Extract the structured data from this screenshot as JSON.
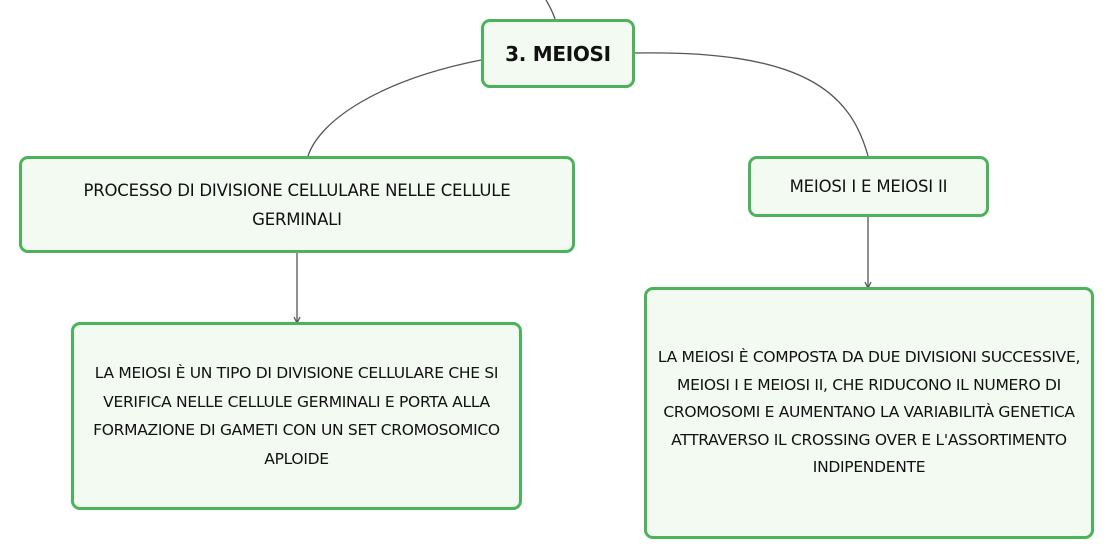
{
  "colors": {
    "node_border": "#4bb35a",
    "node_fill": "#f3faf2",
    "connector": "#555555",
    "text": "#111111"
  },
  "nodes": {
    "root": {
      "label": "3. MEIOSI"
    },
    "left": {
      "label": "PROCESSO DI DIVISIONE CELLULARE NELLE CELLULE GERMINALI"
    },
    "right": {
      "label": "MEIOSI I E MEIOSI II"
    },
    "left_child": {
      "label": "LA MEIOSI È UN TIPO DI DIVISIONE CELLULARE CHE SI VERIFICA NELLE CELLULE GERMINALI E PORTA ALLA FORMAZIONE DI GAMETI CON UN SET CROMOSOMICO APLOIDE"
    },
    "right_child": {
      "label": "LA MEIOSI È COMPOSTA DA DUE DIVISIONI SUCCESSIVE, MEIOSI I E MEIOSI II, CHE RIDUCONO IL NUMERO DI CROMOSOMI E AUMENTANO LA VARIABILITÀ GENETICA ATTRAVERSO IL CROSSING OVER E L'ASSORTIMENTO INDIPENDENTE"
    }
  }
}
